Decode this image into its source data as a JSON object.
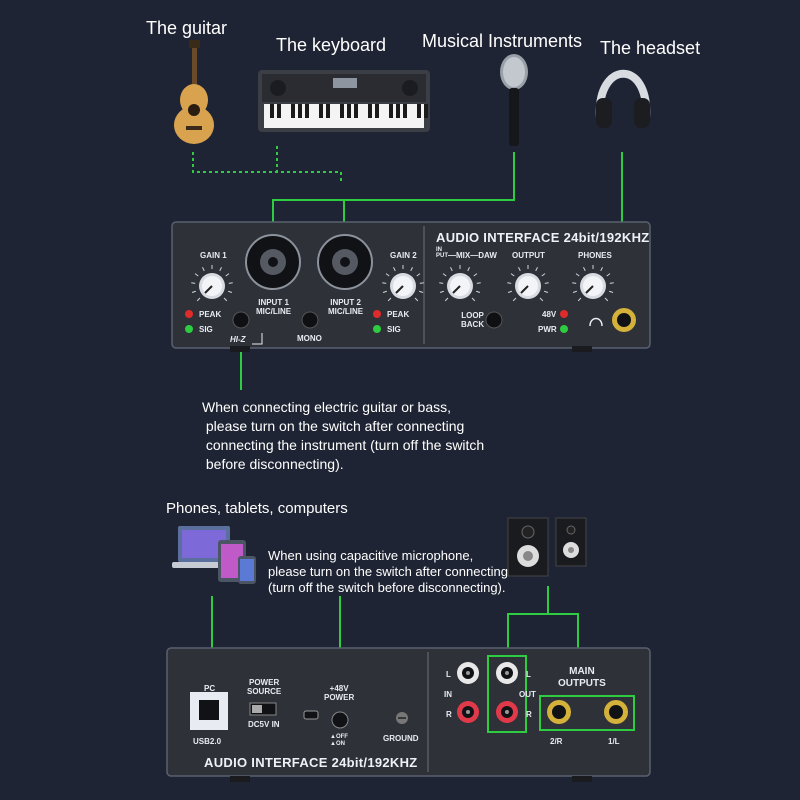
{
  "colors": {
    "background": "#1e2433",
    "wire": "#2ecc40",
    "panel": "#2e3138"
  },
  "labels": {
    "guitar": "The guitar",
    "keyboard": "The keyboard",
    "instruments": "Musical Instruments",
    "headset": "The headset",
    "devices": "Phones, tablets, computers"
  },
  "notes": {
    "hiz": "When connecting electric guitar or bass,\n please turn on the switch after connecting\n connecting the instrument (turn off the switch\n before disconnecting).",
    "phantom": "When using capacitive microphone,\nplease turn on the switch after connecting\n(turn off the switch before disconnecting)."
  },
  "front_panel": {
    "title": "AUDIO INTERFACE 24bit/192KHZ",
    "gain1": "GAIN 1",
    "gain2": "GAIN 2",
    "input1": "INPUT 1\nMIC/LINE",
    "input2": "INPUT 2\nMIC/LINE",
    "peak": "PEAK",
    "sig": "SIG",
    "hiz": "HI-Z",
    "mono": "MONO",
    "input_small": "IN\nPUT",
    "mix": "—MIX—DAW",
    "output": "OUTPUT",
    "phones": "PHONES",
    "loopback": "LOOP\nBACK",
    "v48": "48V",
    "pwr": "PWR"
  },
  "back_panel": {
    "title": "AUDIO INTERFACE 24bit/192KHZ",
    "pc": "PC",
    "usb": "USB2.0",
    "power_source": "POWER\nSOURCE",
    "dc5v": "DC5V IN",
    "power48": "+48V\nPOWER",
    "off": "▲OFF",
    "on": "▲ON",
    "ground": "GROUND",
    "l": "L",
    "r": "R",
    "in": "IN",
    "out": "OUT",
    "main_outputs": "MAIN\nOUTPUTS",
    "out2r": "2/R",
    "out1l": "1/L"
  }
}
